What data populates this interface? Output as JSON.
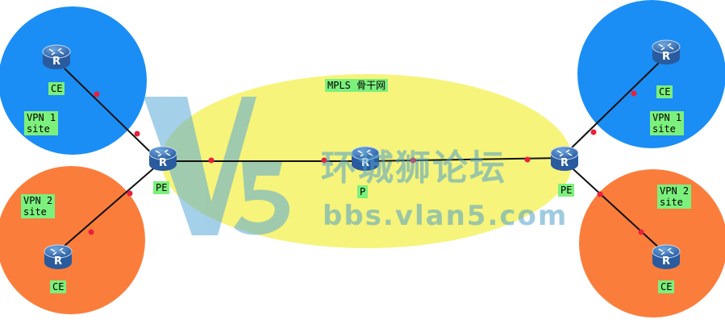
{
  "backbone": {
    "label": "MPLS 骨干网"
  },
  "sites": {
    "left_top": {
      "label": "VPN 1\nsite",
      "color": "#1a8ef5"
    },
    "left_bottom": {
      "label": "VPN 2\nsite",
      "color": "#fb7d3b"
    },
    "right_top": {
      "label": "VPN 1\nsite",
      "color": "#1a8ef5"
    },
    "right_bottom": {
      "label": "VPN 2\nsite",
      "color": "#fb7d3b"
    }
  },
  "routers": {
    "ce_left_top": {
      "label": "CE",
      "icon": "router-icon"
    },
    "ce_left_bottom": {
      "label": "CE",
      "icon": "router-icon"
    },
    "pe_left": {
      "label": "PE",
      "icon": "router-icon"
    },
    "p_core": {
      "label": "P",
      "icon": "router-icon"
    },
    "pe_right": {
      "label": "PE",
      "icon": "router-icon"
    },
    "ce_right_top": {
      "label": "CE",
      "icon": "router-icon"
    },
    "ce_right_bottom": {
      "label": "CE",
      "icon": "router-icon"
    }
  },
  "watermark": {
    "title": "环城狮论坛",
    "url": "bbs.vlan5.com",
    "logo": "V5"
  },
  "colors": {
    "backbone_fill": "#f6f47a",
    "link": "#111111",
    "port": "#e8203c",
    "label_bg": "#7cf07c"
  }
}
